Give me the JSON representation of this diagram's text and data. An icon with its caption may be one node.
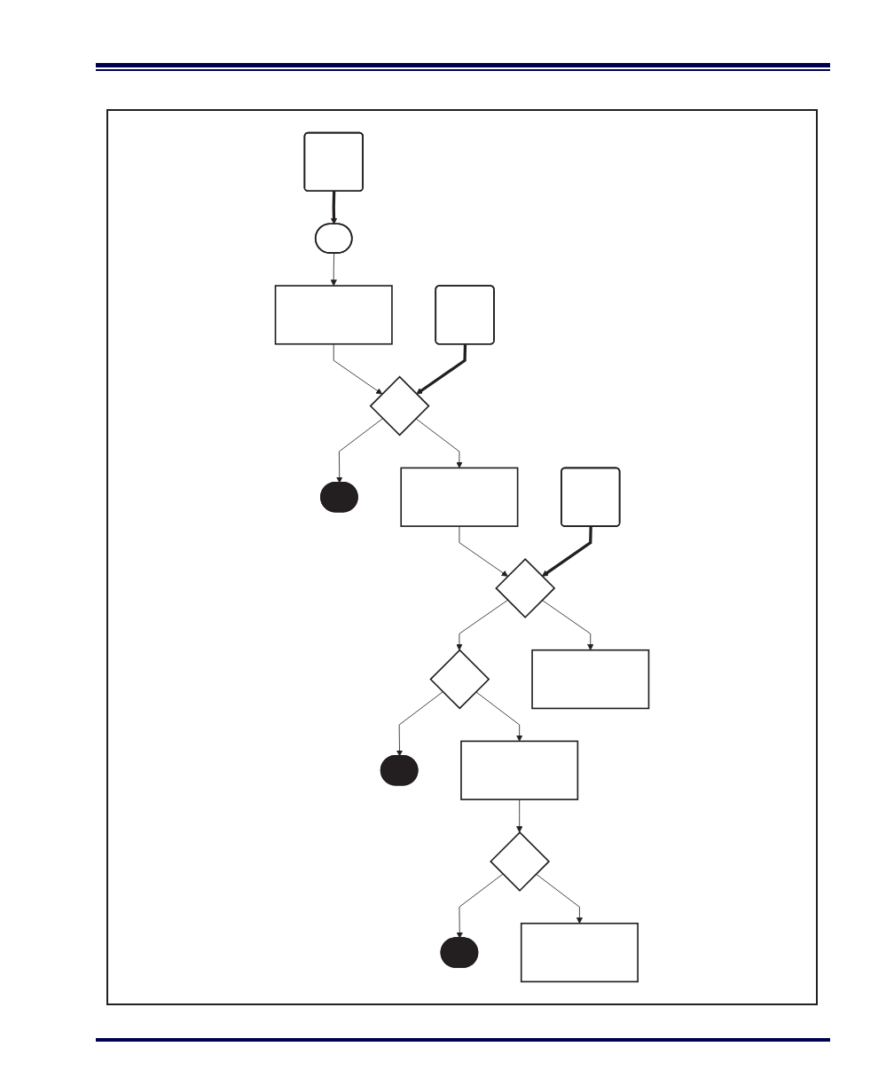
{
  "diagram": {
    "nodes": [
      {
        "text": [],
        "shape": "stadium"
      },
      {
        "text": [],
        "shape": "callout"
      },
      {
        "text": [],
        "shape": "box"
      },
      {
        "text": [],
        "shape": "callout"
      },
      {
        "text": [],
        "shape": "diamond"
      },
      {
        "text": [],
        "shape": "stadium"
      },
      {
        "text": [],
        "shape": "box"
      },
      {
        "text": [],
        "shape": "callout"
      },
      {
        "text": [],
        "shape": "diamond"
      },
      {
        "text": [],
        "shape": "diamond"
      },
      {
        "text": [],
        "shape": "stadium"
      },
      {
        "text": [],
        "shape": "box"
      },
      {
        "text": [],
        "shape": "box"
      },
      {
        "text": [],
        "shape": "diamond"
      },
      {
        "text": [],
        "shape": "stadium"
      },
      {
        "text": [],
        "shape": "box"
      }
    ],
    "edges": [
      {
        "from": 1,
        "to": 0,
        "arrow": "to",
        "style": "thick"
      },
      {
        "from": 0,
        "to": 2,
        "arrow": "to"
      },
      {
        "from": 2,
        "to": 4,
        "arrow": "to"
      },
      {
        "from": 3,
        "to": 4,
        "arrow": "to",
        "style": "thick"
      },
      {
        "from": 4,
        "to": 5,
        "arrow": "to"
      },
      {
        "from": 4,
        "to": 6,
        "arrow": "to"
      },
      {
        "from": 6,
        "to": 8,
        "arrow": "to"
      },
      {
        "from": 7,
        "to": 8,
        "arrow": "to",
        "style": "thick"
      },
      {
        "from": 8,
        "to": 9,
        "arrow": "to"
      },
      {
        "from": 9,
        "to": 10,
        "arrow": "to"
      },
      {
        "from": 8,
        "to": 11,
        "arrow": "to"
      },
      {
        "from": 9,
        "to": 12,
        "arrow": "to"
      },
      {
        "from": 12,
        "to": 13,
        "arrow": "to"
      },
      {
        "from": 13,
        "to": 14,
        "arrow": "to"
      },
      {
        "from": 13,
        "to": 15,
        "arrow": "to"
      }
    ]
  }
}
